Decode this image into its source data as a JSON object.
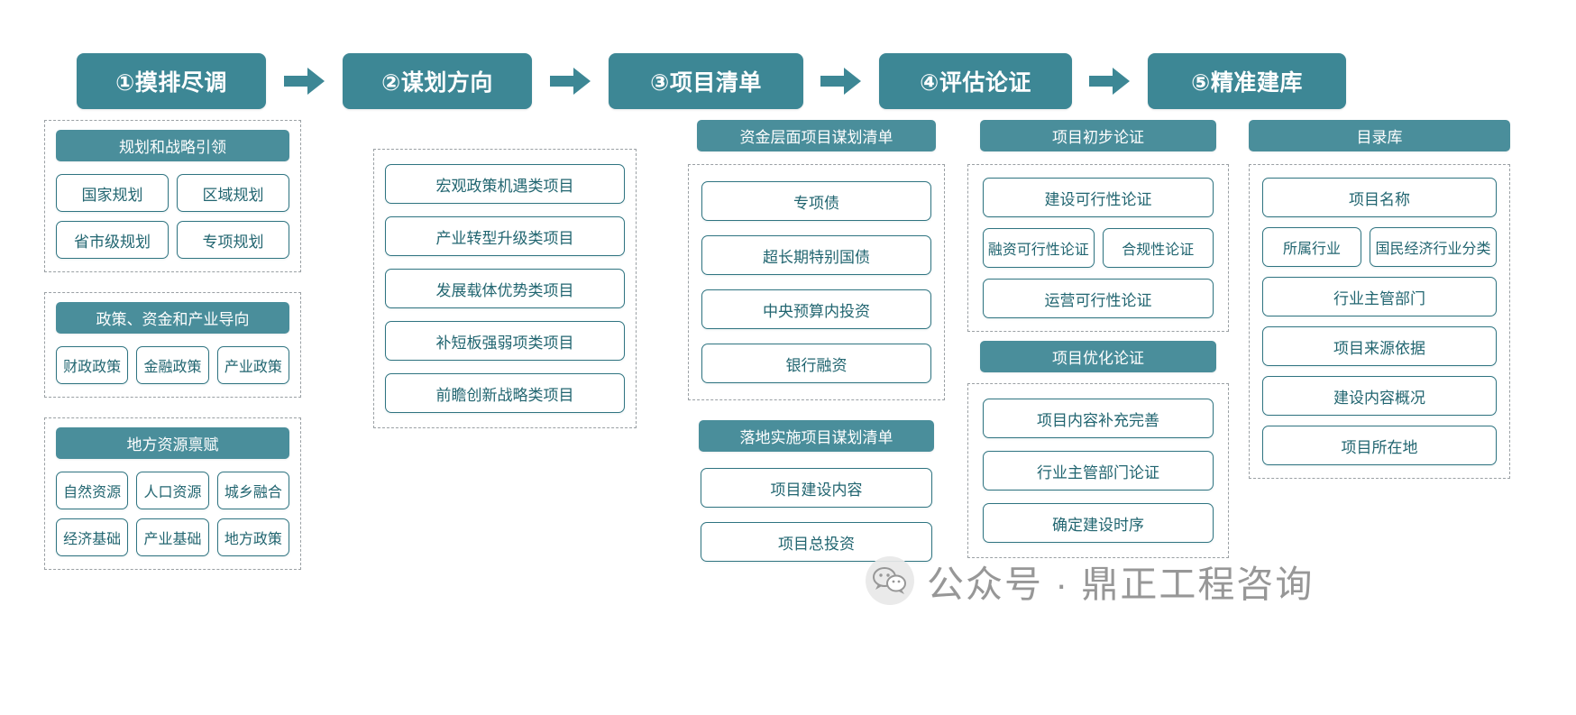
{
  "colors": {
    "header_teal": "#3d8795",
    "banner_teal": "#4a8e9b",
    "chip_border": "#2f7481",
    "chip_text": "#216570",
    "dashed_gray": "#9aa0a4",
    "watermark_gray": "#8f8f8f"
  },
  "stages": [
    {
      "id": "stage-1",
      "title": "①摸排尽调"
    },
    {
      "id": "stage-2",
      "title": "②谋划方向"
    },
    {
      "id": "stage-3",
      "title": "③项目清单"
    },
    {
      "id": "stage-4",
      "title": "④评估论证"
    },
    {
      "id": "stage-5",
      "title": "⑤精准建库"
    }
  ],
  "arrow_icon": "right-arrow-icon",
  "columns": [
    {
      "id": "column-1",
      "groups": [
        {
          "id": "group-planning-strategy",
          "banner": "规划和战略引领",
          "dashed": true,
          "rows": [
            [
              "国家规划",
              "区域规划"
            ],
            [
              "省市级规划",
              "专项规划"
            ]
          ]
        },
        {
          "id": "group-policy-capital-industry",
          "banner": "政策、资金和产业导向",
          "dashed": true,
          "rows": [
            [
              "财政政策",
              "金融政策",
              "产业政策"
            ]
          ]
        },
        {
          "id": "group-local-resource-endowment",
          "banner": "地方资源禀赋",
          "dashed": true,
          "rows": [
            [
              "自然资源",
              "人口资源",
              "城乡融合"
            ],
            [
              "经济基础",
              "产业基础",
              "地方政策"
            ]
          ]
        }
      ]
    },
    {
      "id": "column-2",
      "groups": [
        {
          "id": "group-planning-directions",
          "banner": "",
          "dashed": true,
          "rows": [
            [
              "宏观政策机遇类项目"
            ],
            [
              "产业转型升级类项目"
            ],
            [
              "发展载体优势类项目"
            ],
            [
              "补短板强弱项类项目"
            ],
            [
              "前瞻创新战略类项目"
            ]
          ]
        }
      ]
    },
    {
      "id": "column-3",
      "groups": [
        {
          "id": "group-capital-level-list",
          "banner": "资金层面项目谋划清单",
          "dashed": true,
          "rows": [
            [
              "专项债"
            ],
            [
              "超长期特别国债"
            ],
            [
              "中央预算内投资"
            ],
            [
              "银行融资"
            ]
          ]
        },
        {
          "id": "group-implementation-list",
          "banner": "落地实施项目谋划清单",
          "dashed": false,
          "rows": [
            [
              "项目建设内容"
            ],
            [
              "项目总投资"
            ]
          ]
        }
      ]
    },
    {
      "id": "column-4",
      "groups": [
        {
          "id": "group-preliminary-assessment",
          "banner": "项目初步论证",
          "dashed": true,
          "rows": [
            [
              "建设可行性论证"
            ],
            [
              "融资可行性论证",
              "合规性论证"
            ],
            [
              "运营可行性论证"
            ]
          ]
        },
        {
          "id": "group-optimization-assessment",
          "banner": "项目优化论证",
          "dashed": true,
          "rows": [
            [
              "项目内容补充完善"
            ],
            [
              "行业主管部门论证"
            ],
            [
              "确定建设时序"
            ]
          ]
        }
      ]
    },
    {
      "id": "column-5",
      "groups": [
        {
          "id": "group-catalog-library",
          "banner": "目录库",
          "dashed": true,
          "rows": [
            [
              "项目名称"
            ],
            [
              "所属行业",
              "国民经济行业分类"
            ],
            [
              "行业主管部门"
            ],
            [
              "项目来源依据"
            ],
            [
              "建设内容概况"
            ],
            [
              "项目所在地"
            ]
          ]
        }
      ]
    }
  ],
  "watermark": {
    "icon": "wechat-icon",
    "text": "公众号 · 鼎正工程咨询"
  }
}
